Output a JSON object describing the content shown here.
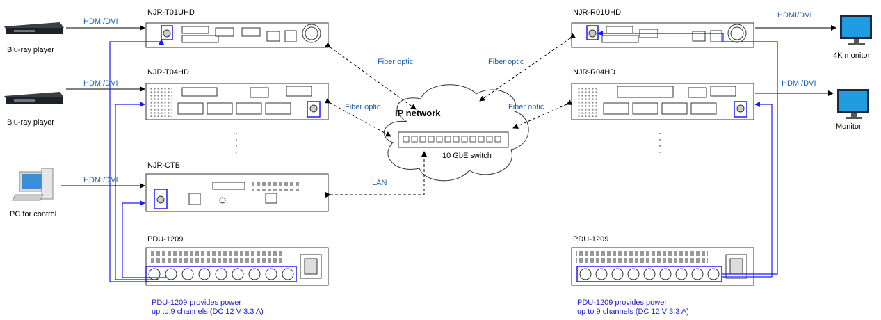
{
  "sources": {
    "bluray1": "Blu-ray player",
    "bluray2": "Blu-ray player",
    "pc": "PC for control"
  },
  "sinks": {
    "monitor4k": "4K monitor",
    "monitor": "Monitor"
  },
  "devices": {
    "t01": "NJR-T01UHD",
    "t04": "NJR-T04HD",
    "ctb": "NJR-CTB",
    "pdu_left": "PDU-1209",
    "r01": "NJR-R01UHD",
    "r04": "NJR-R04HD",
    "pdu_right": "PDU-1209"
  },
  "connections": {
    "hdmi1": "HDMI/DVI",
    "hdmi2": "HDMI/DVI",
    "hdmi3": "HDMI/DVI",
    "hdmi4": "HDMI/DVI",
    "hdmi5": "HDMI/DVI",
    "fiber1": "Fiber optic",
    "fiber2": "Fiber optic",
    "fiber3": "Fiber optic",
    "fiber4": "Fiber optic",
    "lan": "LAN"
  },
  "network": {
    "title": "IP network",
    "switch_label": "10 GbE switch"
  },
  "notes": {
    "left_line1": "PDU-1209 provides power",
    "left_line2": "up to 9 channels (DC 12 V 3.3 A)",
    "right_line1": "PDU-1209 provides power",
    "right_line2": "up to 9 channels (DC 12 V 3.3 A)"
  },
  "colors": {
    "power_line": "#1a1aff",
    "label_blue": "#1f5fb0",
    "note_blue": "#1f1fd0",
    "device_outline": "#333333"
  }
}
